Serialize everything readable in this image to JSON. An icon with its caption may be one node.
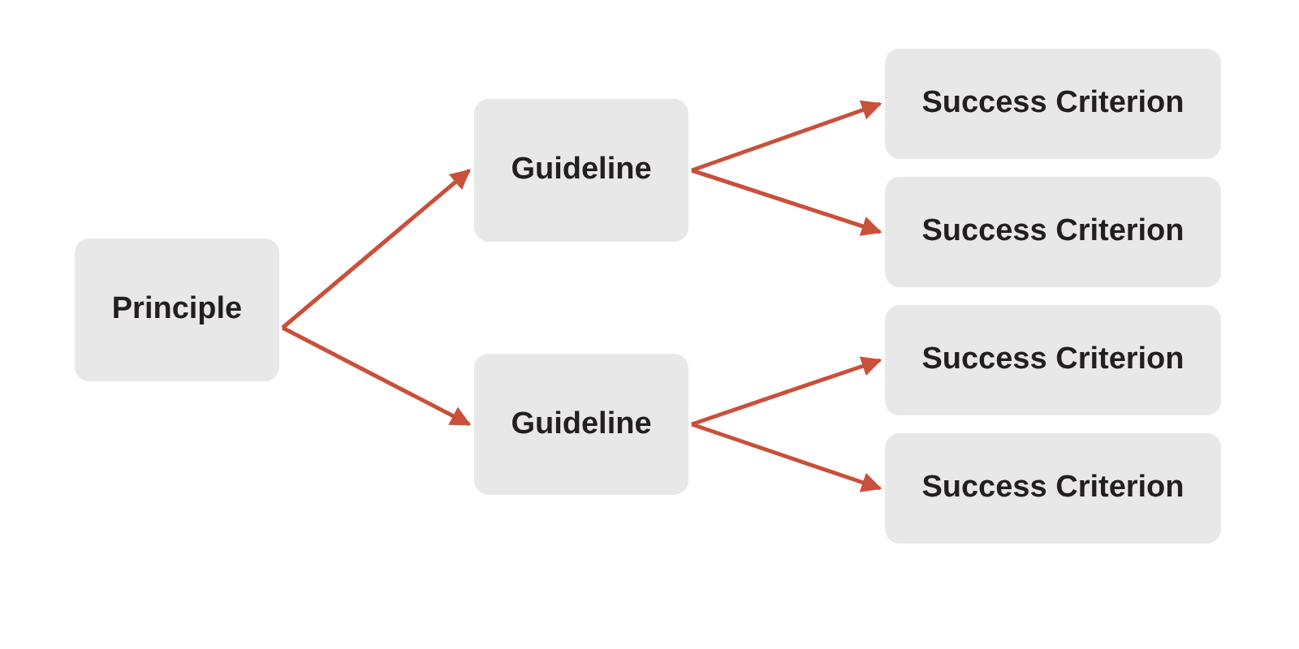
{
  "diagram": {
    "nodes": [
      {
        "text": [
          "Principle"
        ]
      },
      {
        "text": [
          "Guideline"
        ]
      },
      {
        "text": [
          "Guideline"
        ]
      },
      {
        "text": [
          "Success Criterion"
        ]
      },
      {
        "text": [
          "Success Criterion"
        ]
      },
      {
        "text": [
          "Success Criterion"
        ]
      },
      {
        "text": [
          "Success Criterion"
        ]
      }
    ],
    "edges": [
      {
        "from": 0,
        "to": 1,
        "arrow": "to"
      },
      {
        "from": 0,
        "to": 2,
        "arrow": "to"
      },
      {
        "from": 1,
        "to": 3,
        "arrow": "to"
      },
      {
        "from": 1,
        "to": 4,
        "arrow": "to"
      },
      {
        "from": 2,
        "to": 5,
        "arrow": "to"
      },
      {
        "from": 2,
        "to": 6,
        "arrow": "to"
      }
    ]
  }
}
